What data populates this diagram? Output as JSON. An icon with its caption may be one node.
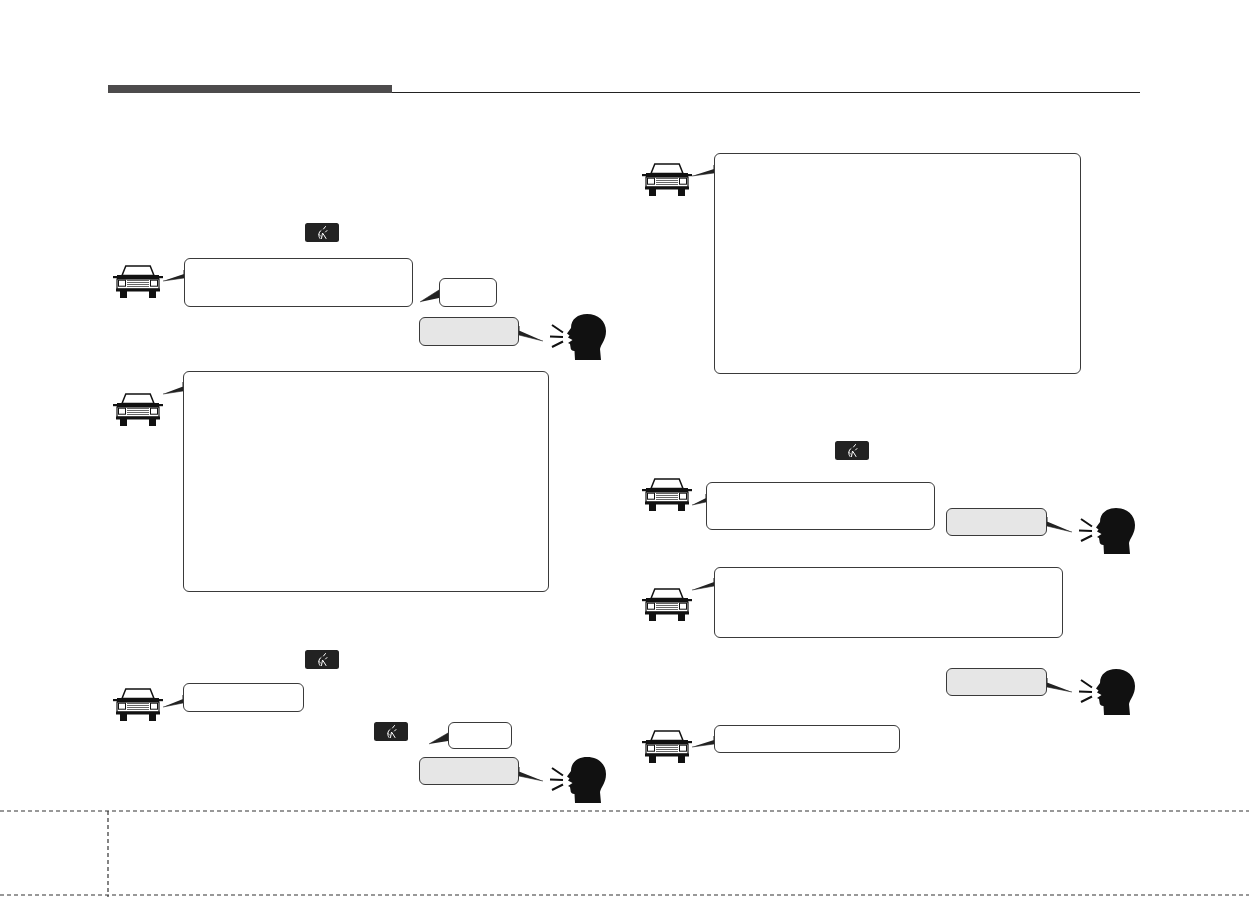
{
  "diagram": {
    "nodes": [
      {
        "text": [],
        "shape": "picture"
      },
      {
        "text": [],
        "shape": "box"
      },
      {
        "text": [],
        "shape": "box"
      },
      {
        "text": [],
        "shape": "box"
      },
      {
        "text": [],
        "shape": "person"
      },
      {
        "text": [],
        "shape": "picture"
      },
      {
        "text": [],
        "shape": "box"
      },
      {
        "text": [],
        "shape": "picture"
      },
      {
        "text": [],
        "shape": "box"
      },
      {
        "text": [],
        "shape": "box"
      },
      {
        "text": [],
        "shape": "box"
      },
      {
        "text": [],
        "shape": "person"
      },
      {
        "text": [],
        "shape": "picture"
      },
      {
        "text": [],
        "shape": "box"
      },
      {
        "text": [],
        "shape": "picture"
      },
      {
        "text": [],
        "shape": "box"
      },
      {
        "text": [],
        "shape": "box"
      },
      {
        "text": [],
        "shape": "person"
      },
      {
        "text": [],
        "shape": "picture"
      },
      {
        "text": [],
        "shape": "box"
      },
      {
        "text": [],
        "shape": "box"
      },
      {
        "text": [],
        "shape": "person"
      },
      {
        "text": [],
        "shape": "picture"
      },
      {
        "text": [],
        "shape": "box"
      }
    ],
    "edges": [
      {
        "from": 0,
        "to": 1,
        "arrow": "none"
      },
      {
        "from": 2,
        "to": null,
        "arrow": "to"
      },
      {
        "from": 4,
        "to": 3,
        "arrow": "none"
      },
      {
        "from": 5,
        "to": 6,
        "arrow": "none"
      },
      {
        "from": 7,
        "to": 8,
        "arrow": "none"
      },
      {
        "from": 9,
        "to": null,
        "arrow": "to"
      },
      {
        "from": 11,
        "to": 10,
        "arrow": "none"
      },
      {
        "from": 12,
        "to": 13,
        "arrow": "none"
      },
      {
        "from": 14,
        "to": 15,
        "arrow": "none"
      },
      {
        "from": 17,
        "to": 16,
        "arrow": "none"
      },
      {
        "from": 18,
        "to": 19,
        "arrow": "none"
      },
      {
        "from": 21,
        "to": 20,
        "arrow": "none"
      },
      {
        "from": 22,
        "to": 23,
        "arrow": "none"
      }
    ]
  }
}
